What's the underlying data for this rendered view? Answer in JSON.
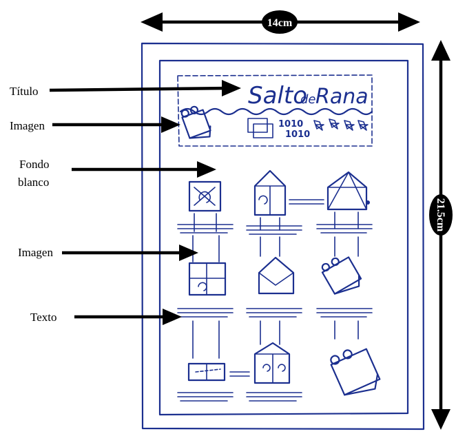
{
  "dimensions": {
    "width_label": "14cm",
    "height_label": "21.5cm"
  },
  "annotations": [
    {
      "id": "titulo",
      "text": "Título"
    },
    {
      "id": "imagen_top",
      "text": "Imagen"
    },
    {
      "id": "fondo_line1",
      "text": "Fondo"
    },
    {
      "id": "fondo_line2",
      "text": "blanco"
    },
    {
      "id": "imagen_mid",
      "text": "Imagen"
    },
    {
      "id": "texto",
      "text": "Texto"
    }
  ],
  "sketch": {
    "title_main": "Salto",
    "title_small": "de",
    "title_end": "Rana",
    "binary_line1": "1010",
    "binary_line2": "1010"
  },
  "colors": {
    "ink": "#1b2f8f",
    "arrow": "#000000",
    "badge": "#000000"
  }
}
